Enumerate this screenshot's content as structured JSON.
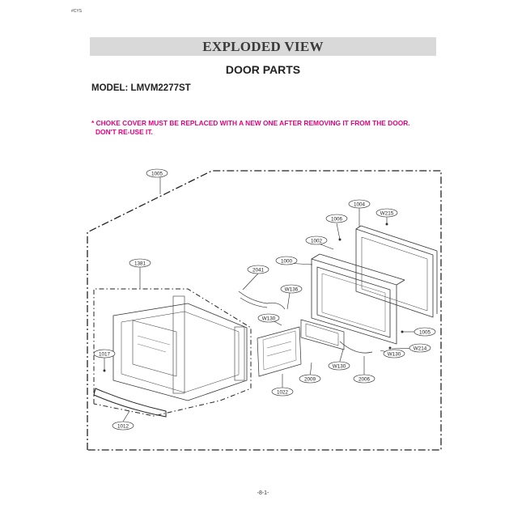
{
  "header": {
    "corner_mark": "#CYS",
    "title": "EXPLODED VIEW",
    "subtitle": "DOOR PARTS",
    "model": "MODEL: LMVM2277ST"
  },
  "notice": {
    "line1": "* CHOKE COVER MUST BE REPLACED WITH A NEW ONE AFTER REMOVING IT FROM THE DOOR.",
    "line2": "DON'T RE-USE IT.",
    "color": "#e6007e"
  },
  "part_labels": {
    "p1005_top": "1005",
    "p1004": "1004",
    "p1006": "1006",
    "pw215": "W215",
    "p1002": "1002",
    "p1000": "1000",
    "p2041": "2041",
    "p1381": "1381",
    "pw136": "W136",
    "pw130_left": "W130",
    "p1005_right": "1005",
    "pw214": "W214",
    "pw130_right": "W130",
    "pw130_mid": "W130",
    "p2006": "2006",
    "p2009": "2009",
    "p1022": "1022",
    "p1017": "1017",
    "p1012": "1012"
  },
  "footer": {
    "page_number": "-8-1-"
  }
}
